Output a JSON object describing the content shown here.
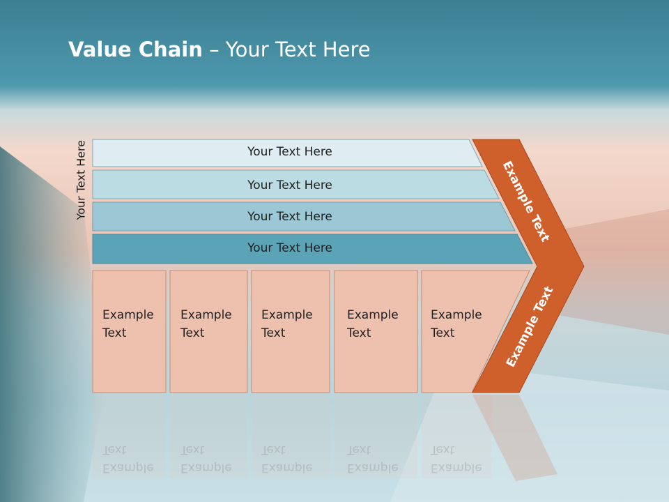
{
  "title": {
    "bold": "Value Chain",
    "rest": " – Your Text Here"
  },
  "side_label": "Your Text Here",
  "bars": [
    {
      "label": "Your Text Here",
      "color": "#dfedf2"
    },
    {
      "label": "Your Text Here",
      "color": "#bcdce4"
    },
    {
      "label": "Your Text Here",
      "color": "#9cc8d6"
    },
    {
      "label": "Your Text Here",
      "color": "#5ba4b8"
    }
  ],
  "boxes": [
    {
      "line1": "Example",
      "line2": "Text"
    },
    {
      "line1": "Example",
      "line2": "Text"
    },
    {
      "line1": "Example",
      "line2": "Text"
    },
    {
      "line1": "Example",
      "line2": "Text"
    },
    {
      "line1": "Example",
      "line2": "Text"
    }
  ],
  "chevron": {
    "upper": "Example Text",
    "lower": "Example Text",
    "color": "#d0602b"
  },
  "colors": {
    "header": "#4a95ab",
    "box_fill": "#edc1ae",
    "box_stroke": "#c98a72"
  }
}
